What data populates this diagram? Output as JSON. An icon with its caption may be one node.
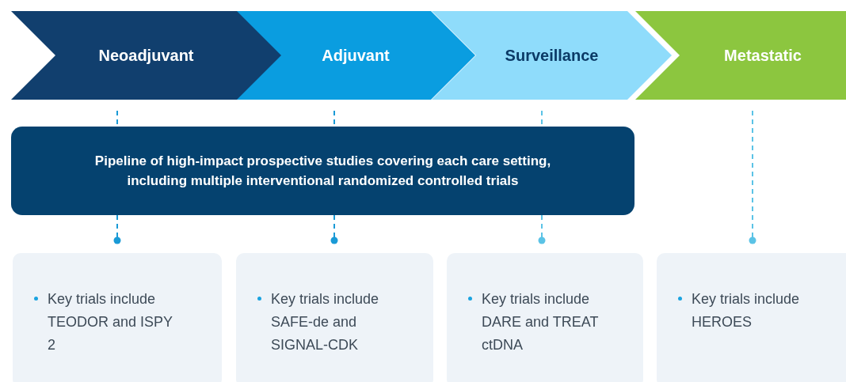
{
  "diagram": {
    "nodes": [
      {
        "text": [
          "Neoadjuvant"
        ]
      },
      {
        "text": [
          "Adjuvant"
        ]
      },
      {
        "text": [
          "Surveillance"
        ]
      },
      {
        "text": [
          "Metastatic"
        ]
      },
      {
        "text": [
          "Pipeline of high-impact prospective studies covering each care setting, including multiple interventional randomized controlled trials"
        ]
      },
      {
        "text": [
          "Key trials include TEODOR and ISPY 2"
        ]
      },
      {
        "text": [
          "Key trials include SAFE-de and SIGNAL-CDK"
        ]
      },
      {
        "text": [
          "Key trials include DARE and TREAT ctDNA"
        ]
      },
      {
        "text": [
          "Key trials include HEROES"
        ]
      }
    ],
    "edges": [
      {
        "from": 0,
        "to": 4,
        "arrow": "none",
        "style": "dashed"
      },
      {
        "from": 1,
        "to": 4,
        "arrow": "none",
        "style": "dashed"
      },
      {
        "from": 2,
        "to": 4,
        "arrow": "none",
        "style": "dashed",
        "color": "#5bc3e6"
      },
      {
        "from": 4,
        "to": 5,
        "arrow": "other",
        "style": "dashed"
      },
      {
        "from": 4,
        "to": 6,
        "arrow": "other",
        "style": "dashed"
      },
      {
        "from": 4,
        "to": 7,
        "arrow": "other",
        "style": "dashed",
        "color": "#5bc3e6"
      },
      {
        "from": 3,
        "to": 8,
        "arrow": "other",
        "style": "dashed",
        "color": "#5bc3e6"
      }
    ]
  }
}
